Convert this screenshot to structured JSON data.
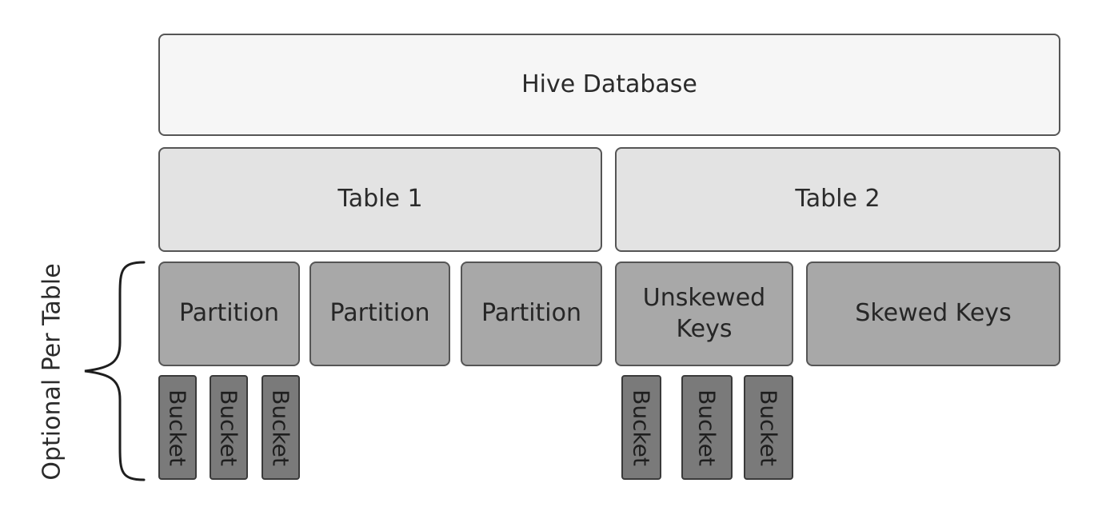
{
  "database": {
    "label": "Hive Database"
  },
  "tables": [
    {
      "label": "Table 1"
    },
    {
      "label": "Table 2"
    }
  ],
  "table1_partitions": [
    {
      "label": "Partition"
    },
    {
      "label": "Partition"
    },
    {
      "label": "Partition"
    }
  ],
  "table2_keys": [
    {
      "label": "Unskewed Keys"
    },
    {
      "label": "Skewed Keys"
    }
  ],
  "table1_buckets": [
    {
      "label": "Bucket"
    },
    {
      "label": "Bucket"
    },
    {
      "label": "Bucket"
    }
  ],
  "table2_buckets": [
    {
      "label": "Bucket"
    },
    {
      "label": "Bucket"
    },
    {
      "label": "Bucket"
    }
  ],
  "side_label": "Optional Per Table",
  "colors": {
    "database_fill": "#f6f6f6",
    "table_fill": "#e3e3e3",
    "partition_fill": "#a8a8a8",
    "bucket_fill": "#7a7a7a",
    "border": "#555555"
  }
}
